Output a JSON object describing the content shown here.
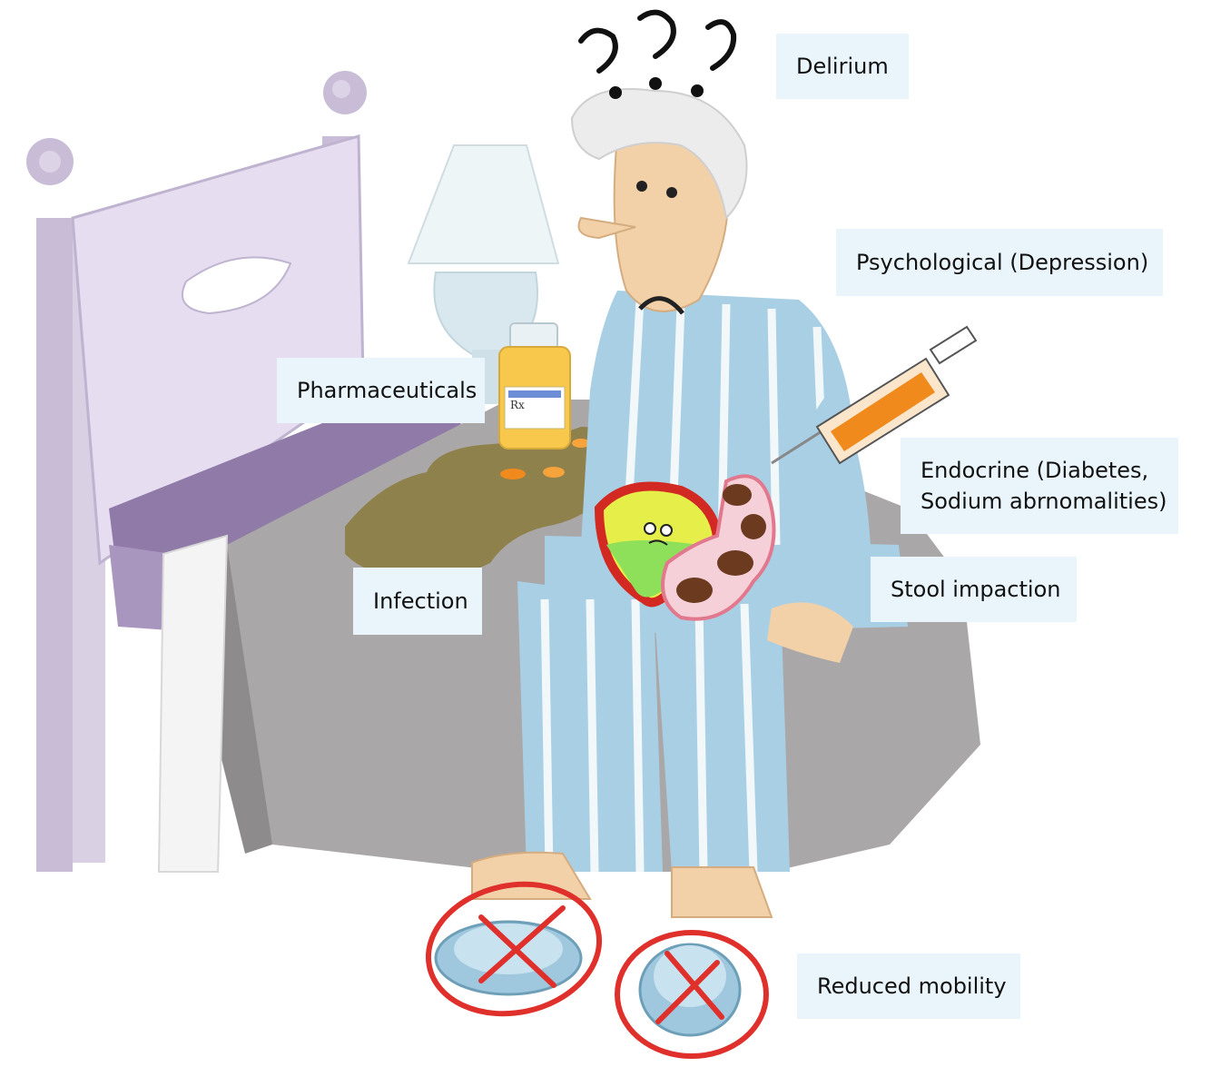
{
  "labels": {
    "delirium": "Delirium",
    "psychological": "Psychological (Depression)",
    "pharmaceuticals": "Pharmaceuticals",
    "endocrine_line1": "Endocrine (Diabetes,",
    "endocrine_line2": "Sodium abrnomalities)",
    "infection": "Infection",
    "stool_impaction": "Stool impaction",
    "reduced_mobility": "Reduced mobility"
  },
  "colors": {
    "label_background": "#e9f5fb",
    "pajama_blue": "#a9cfe4",
    "bed_purple": "#c9bdd8",
    "blanket_grey": "#a9a6a8",
    "cross_red": "#e0302b",
    "syringe_orange": "#f08a1c",
    "skin": "#f3d1a8"
  }
}
